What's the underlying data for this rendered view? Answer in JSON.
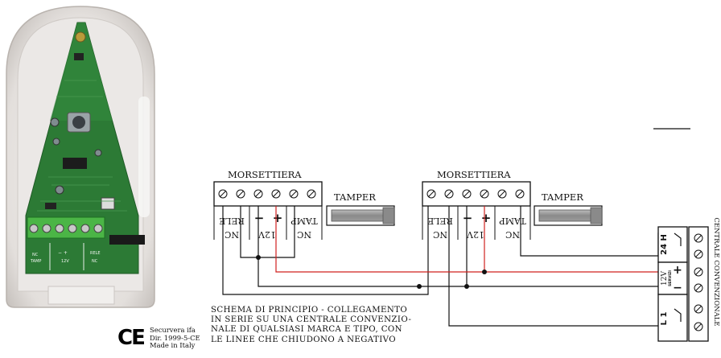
{
  "left_block": {
    "title": "MORSETTIERA",
    "tamper": "TAMPER",
    "labels": {
      "rele": "RELE",
      "nc1": "NC",
      "v12": "12V",
      "tamp": "TAMP",
      "nc2": "NC",
      "minus": "−",
      "plus": "+"
    }
  },
  "right_block": {
    "title": "MORSETTIERA",
    "tamper": "TAMPER",
    "labels": {
      "rele": "RELE",
      "nc1": "NC",
      "v12": "12V",
      "tamp": "TAMP",
      "nc2": "NC",
      "minus": "−",
      "plus": "+"
    }
  },
  "panel": {
    "title": "CENTRALE CONVENZIONALE",
    "h24": "24 H",
    "v12": "12V",
    "servizi": "SERVIZI",
    "plus": "+",
    "minus": "−",
    "l1": "L 1"
  },
  "caption": {
    "lines": [
      "SCHEMA DI PRINCIPIO - COLLEGAMENTO",
      "IN SERIE SU UNA CENTRALE CONVENZIO-",
      "NALE DI QUALSIASI MARCA E TIPO, CON",
      "LE LINEE CHE CHIUDONO A NEGATIVO"
    ]
  },
  "cert": {
    "mark": "CE",
    "lines": [
      "Securvera ifa",
      "Dir. 1999-5-CE",
      "Made in Italy"
    ]
  },
  "photo_pcb_labels": {
    "tamp": "TAMP",
    "nc_left": "NC",
    "pm": "−  +",
    "v12": "12V",
    "nc_right": "NC",
    "rele": "RELE"
  },
  "colors": {
    "wire": "#111111",
    "positive_wire": "#d0201e",
    "pcb": "#2c7a35",
    "terminal": "#4bb546"
  }
}
